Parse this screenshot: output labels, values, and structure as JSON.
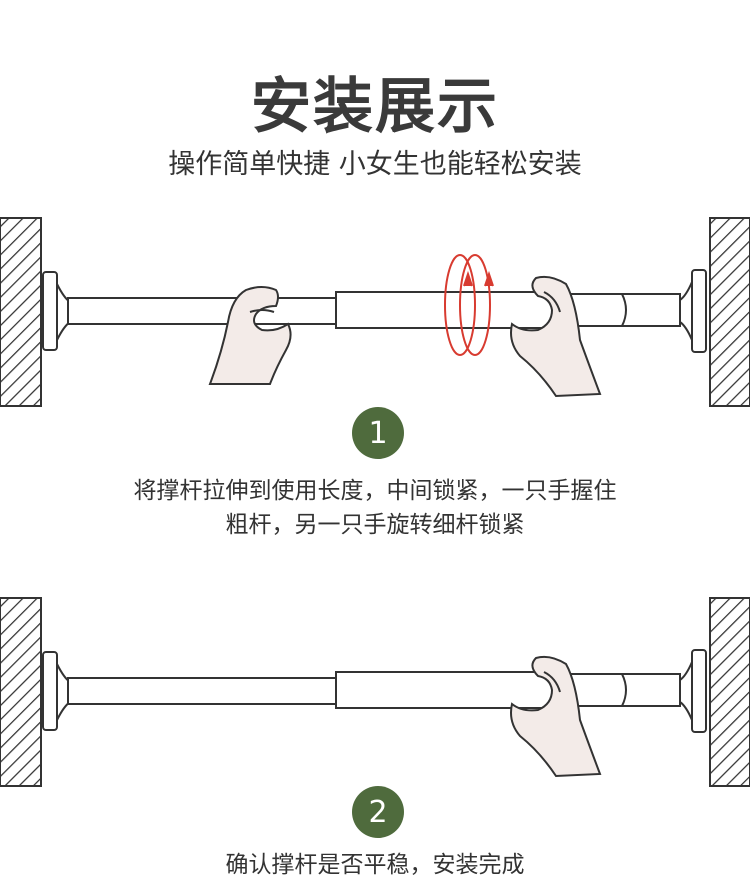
{
  "header": {
    "title": "安装展示",
    "subtitle": "操作简单快捷 小女生也能轻松安装"
  },
  "steps": [
    {
      "number": "1",
      "line1": "将撑杆拉伸到使用长度，中间锁紧，一只手握住",
      "line2": "粗杆，另一只手旋转细杆锁紧"
    },
    {
      "number": "2",
      "line1": "确认撑杆是否平稳，安装完成",
      "line2": ""
    }
  ],
  "colors": {
    "badge": "#4f6b3d",
    "rotation_arrow": "#d83b30",
    "skin": "#f3ebe8",
    "outline": "#333333"
  }
}
